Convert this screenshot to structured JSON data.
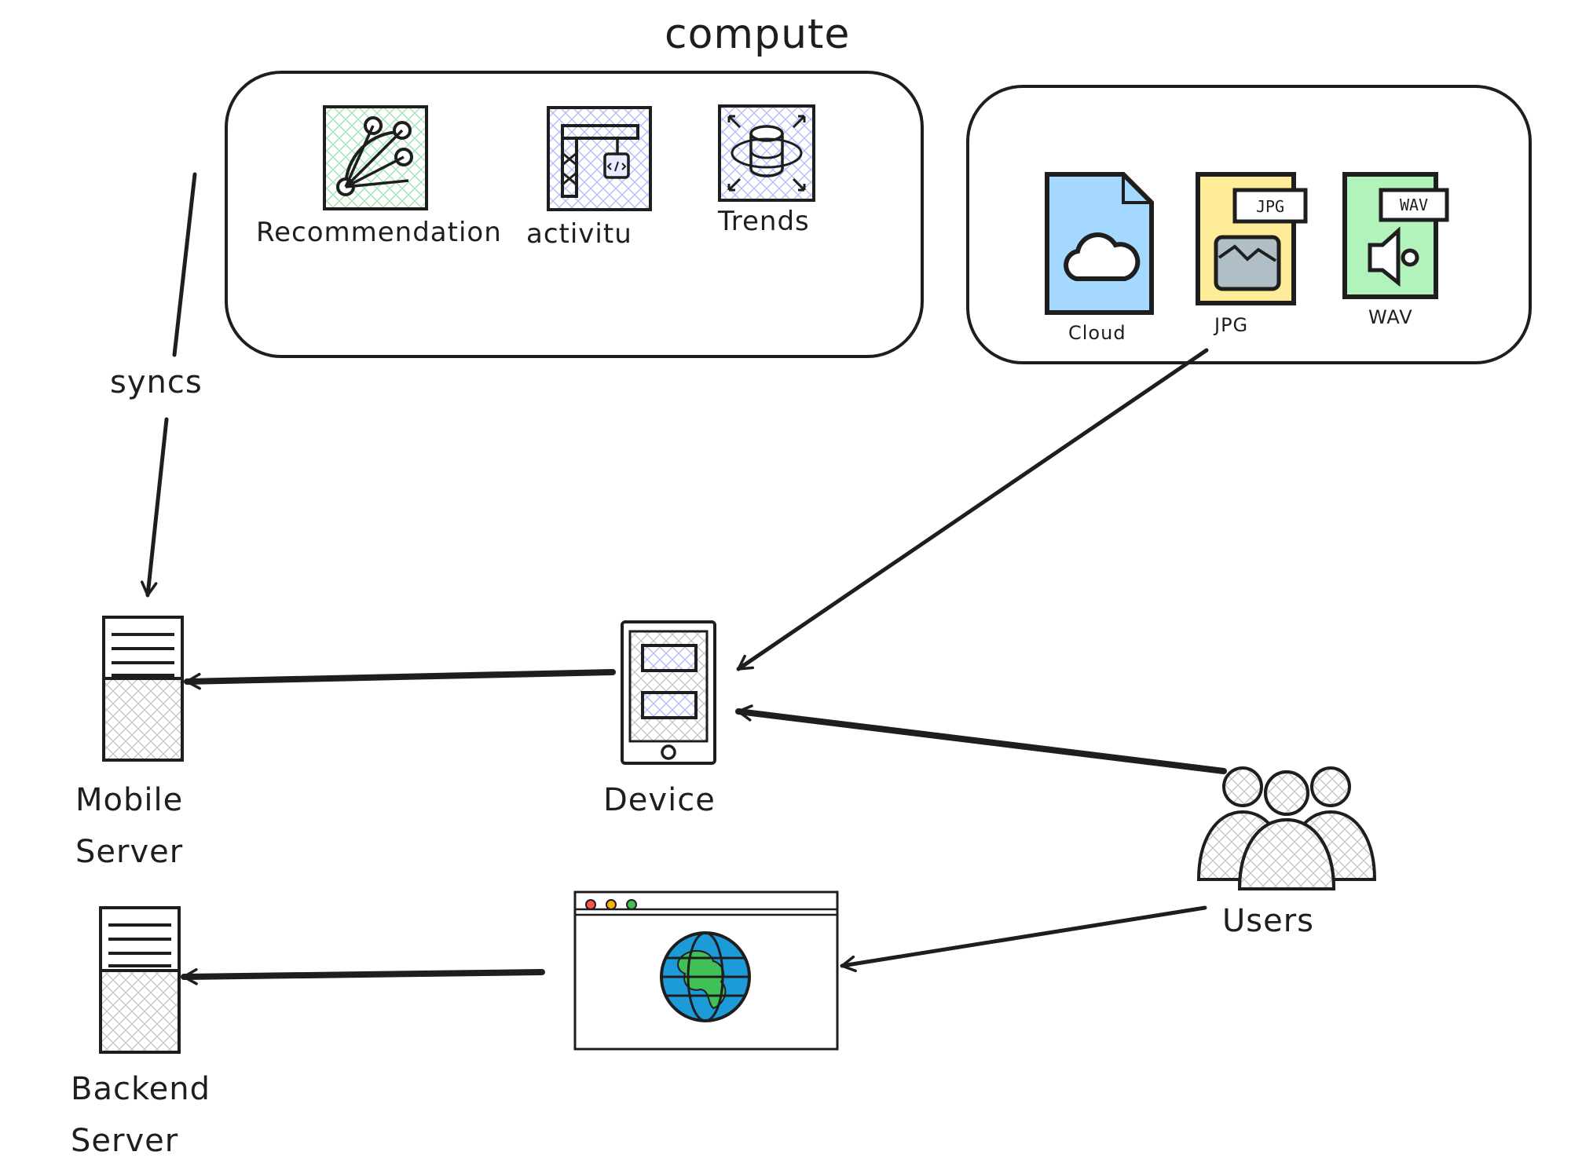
{
  "groups": {
    "compute_title": "compute"
  },
  "compute_items": {
    "recommendation": "Recommendation",
    "activity": "activitu",
    "trends": "Trends"
  },
  "storage_items": {
    "cloud": "Cloud",
    "jpg": "JPG",
    "wav": "WAV",
    "jpg_tag": "JPG",
    "wav_tag": "WAV"
  },
  "nodes": {
    "mobile_server_line1": "Mobile",
    "mobile_server_line2": "Server",
    "backend_server_line1": "Backend",
    "backend_server_line2": "Server",
    "device": "Device",
    "users": "Users"
  },
  "edges": {
    "syncs": "syncs"
  },
  "colors": {
    "stroke": "#1e1e1e",
    "hatch_blue": "#a5b4fc",
    "hatch_green": "#86efac",
    "cloud_fill": "#a5d8ff",
    "jpg_fill": "#ffec99",
    "wav_fill": "#b2f2bb",
    "globe_ocean": "#1c9bd8",
    "globe_land": "#40c057",
    "dot_red": "#fa5252",
    "dot_yellow": "#fab005",
    "dot_green": "#40c057"
  }
}
